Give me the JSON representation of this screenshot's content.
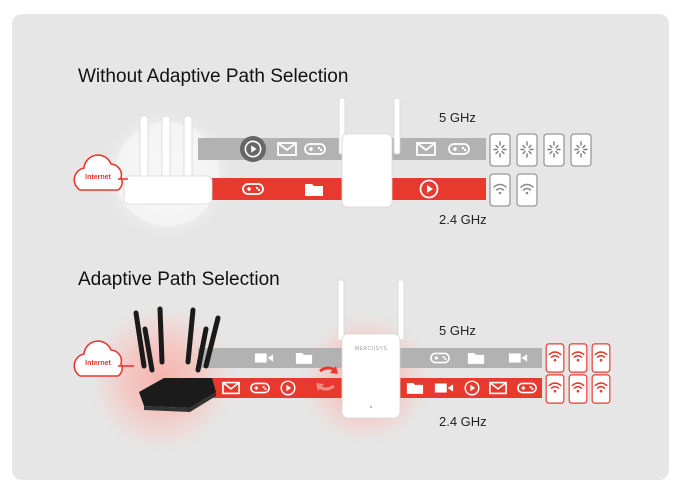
{
  "top": {
    "title": "Without Adaptive Path Selection",
    "band_5": "5 GHz",
    "band_24": "2.4 GHz",
    "cloud_label": "Internet"
  },
  "bottom": {
    "title": "Adaptive Path Selection",
    "band_5": "5 GHz",
    "band_24": "2.4 GHz",
    "cloud_label": "Internet",
    "extender_brand": "MERCUSYS"
  },
  "colors": {
    "accent": "#e8392f",
    "lane_gray": "#b2b2b2",
    "panel": "#e6e6e6"
  }
}
